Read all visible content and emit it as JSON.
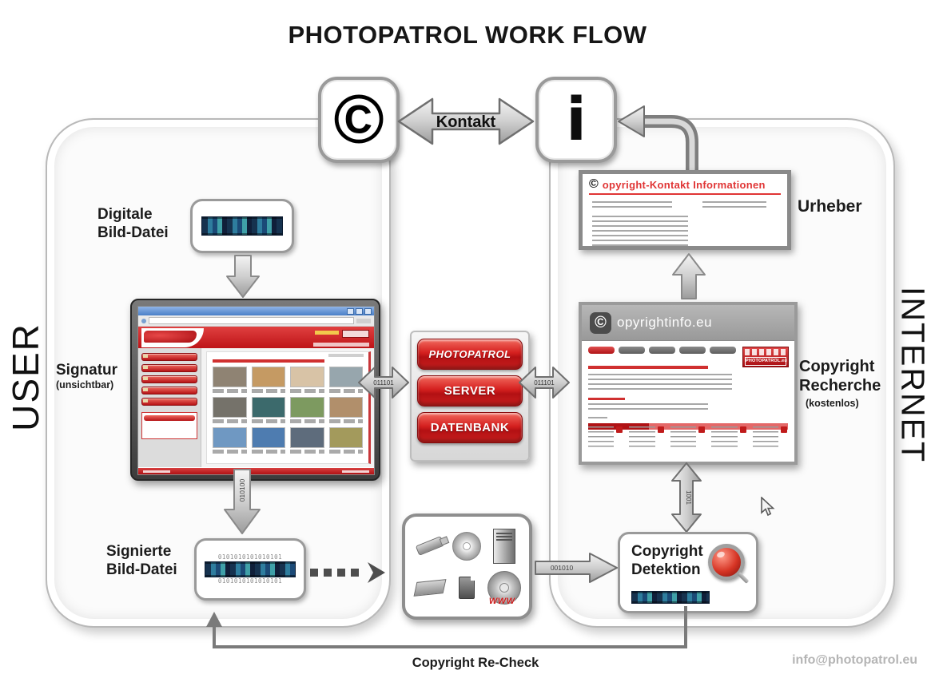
{
  "title": "PHOTOPATROL WORK FLOW",
  "zones": {
    "user": "USER",
    "internet": "INTERNET"
  },
  "top": {
    "copyright_glyph": "©",
    "info_glyph": "i",
    "kontakt_label": "Kontakt"
  },
  "user_flow": {
    "digital_label": "Digitale Bild-Datei",
    "signatur_label": "Signatur",
    "signatur_sub": "(unsichtbar)",
    "signed_label": "Signierte Bild-Datei",
    "signed_binary_top": "0101010101010101",
    "signed_binary_bottom": "0101010101010101",
    "down_arrow_binary": "010100"
  },
  "server": {
    "button1": "PHOTOPATROL",
    "button2": "SERVER",
    "button3": "DATENBANK",
    "left_arrow_binary": "011101",
    "right_arrow_binary": "011101"
  },
  "website": {
    "copyright_glyph": "©",
    "header": "opyrightinfo.eu",
    "banner": "PHOTOPATROL.eu"
  },
  "kontakt_box": {
    "copyright_glyph": "©",
    "title": "opyright-Kontakt Informationen"
  },
  "labels": {
    "urheber": "Urheber",
    "recherche": "Copyright Recherche",
    "recherche_sub": "(kostenlos)",
    "detektion": "Copyright Detektion",
    "www": "WWW",
    "recheck": "Copyright Re-Check",
    "email": "info@photopatrol.eu"
  },
  "binaries": {
    "vertical": "1001",
    "to_detektion": "001010"
  },
  "monitor_thumbs": [
    "#8f8373",
    "#c59a63",
    "#d8c3a6",
    "#97a6ad",
    "#75726a",
    "#3c6a6c",
    "#7d9a60",
    "#b18f6b",
    "#6f98c2",
    "#4e7cb0",
    "#5e6c7c",
    "#a39a5c"
  ],
  "colors": {
    "accent_red": "#c6191e",
    "arrow_gray": "#d9d9d9",
    "strip_navy": "#16324f"
  }
}
